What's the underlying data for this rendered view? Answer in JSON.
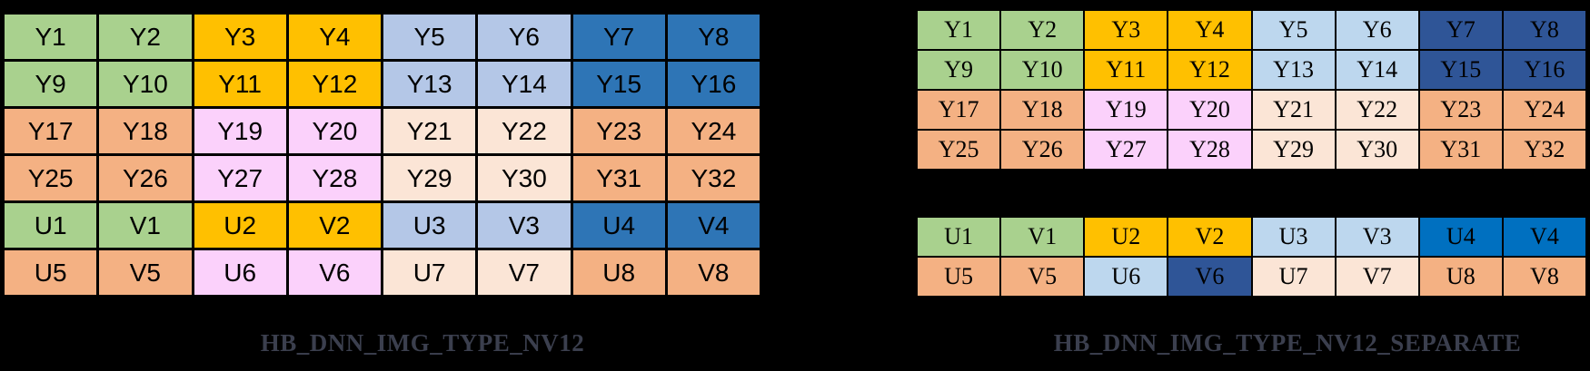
{
  "palette": {
    "green": "#A9D18E",
    "gold": "#FFC000",
    "blueLightA": "#B4C7E7",
    "blueMed": "#2E75B6",
    "peach": "#F4B183",
    "pink": "#FBD1FB",
    "cream": "#FBE5D6",
    "blueLightB": "#BDD7EE",
    "navy": "#2F5597",
    "blueBright": "#0070C0"
  },
  "caption_color": "#3B3F4E",
  "captions": {
    "nv12": "HB_DNN_IMG_TYPE_NV12",
    "nv12_separate": "HB_DNN_IMG_TYPE_NV12_SEPARATE"
  },
  "tables": {
    "nv12": {
      "font": "sans",
      "rows": [
        [
          {
            "label": "Y1",
            "color": "green"
          },
          {
            "label": "Y2",
            "color": "green"
          },
          {
            "label": "Y3",
            "color": "gold"
          },
          {
            "label": "Y4",
            "color": "gold"
          },
          {
            "label": "Y5",
            "color": "blueLightA"
          },
          {
            "label": "Y6",
            "color": "blueLightA"
          },
          {
            "label": "Y7",
            "color": "blueMed"
          },
          {
            "label": "Y8",
            "color": "blueMed"
          }
        ],
        [
          {
            "label": "Y9",
            "color": "green"
          },
          {
            "label": "Y10",
            "color": "green"
          },
          {
            "label": "Y11",
            "color": "gold"
          },
          {
            "label": "Y12",
            "color": "gold"
          },
          {
            "label": "Y13",
            "color": "blueLightA"
          },
          {
            "label": "Y14",
            "color": "blueLightA"
          },
          {
            "label": "Y15",
            "color": "blueMed"
          },
          {
            "label": "Y16",
            "color": "blueMed"
          }
        ],
        [
          {
            "label": "Y17",
            "color": "peach"
          },
          {
            "label": "Y18",
            "color": "peach"
          },
          {
            "label": "Y19",
            "color": "pink"
          },
          {
            "label": "Y20",
            "color": "pink"
          },
          {
            "label": "Y21",
            "color": "cream"
          },
          {
            "label": "Y22",
            "color": "cream"
          },
          {
            "label": "Y23",
            "color": "peach"
          },
          {
            "label": "Y24",
            "color": "peach"
          }
        ],
        [
          {
            "label": "Y25",
            "color": "peach"
          },
          {
            "label": "Y26",
            "color": "peach"
          },
          {
            "label": "Y27",
            "color": "pink"
          },
          {
            "label": "Y28",
            "color": "pink"
          },
          {
            "label": "Y29",
            "color": "cream"
          },
          {
            "label": "Y30",
            "color": "cream"
          },
          {
            "label": "Y31",
            "color": "peach"
          },
          {
            "label": "Y32",
            "color": "peach"
          }
        ],
        [
          {
            "label": "U1",
            "color": "green"
          },
          {
            "label": "V1",
            "color": "green"
          },
          {
            "label": "U2",
            "color": "gold"
          },
          {
            "label": "V2",
            "color": "gold"
          },
          {
            "label": "U3",
            "color": "blueLightA"
          },
          {
            "label": "V3",
            "color": "blueLightA"
          },
          {
            "label": "U4",
            "color": "blueMed"
          },
          {
            "label": "V4",
            "color": "blueMed"
          }
        ],
        [
          {
            "label": "U5",
            "color": "peach"
          },
          {
            "label": "V5",
            "color": "peach"
          },
          {
            "label": "U6",
            "color": "pink"
          },
          {
            "label": "V6",
            "color": "pink"
          },
          {
            "label": "U7",
            "color": "cream"
          },
          {
            "label": "V7",
            "color": "cream"
          },
          {
            "label": "U8",
            "color": "peach"
          },
          {
            "label": "V8",
            "color": "peach"
          }
        ]
      ]
    },
    "nv12_separate_y": {
      "font": "serif",
      "rows": [
        [
          {
            "label": "Y1",
            "color": "green"
          },
          {
            "label": "Y2",
            "color": "green"
          },
          {
            "label": "Y3",
            "color": "gold"
          },
          {
            "label": "Y4",
            "color": "gold"
          },
          {
            "label": "Y5",
            "color": "blueLightB"
          },
          {
            "label": "Y6",
            "color": "blueLightB"
          },
          {
            "label": "Y7",
            "color": "navy"
          },
          {
            "label": "Y8",
            "color": "navy"
          }
        ],
        [
          {
            "label": "Y9",
            "color": "green"
          },
          {
            "label": "Y10",
            "color": "green"
          },
          {
            "label": "Y11",
            "color": "gold"
          },
          {
            "label": "Y12",
            "color": "gold"
          },
          {
            "label": "Y13",
            "color": "blueLightB"
          },
          {
            "label": "Y14",
            "color": "blueLightB"
          },
          {
            "label": "Y15",
            "color": "navy"
          },
          {
            "label": "Y16",
            "color": "navy"
          }
        ],
        [
          {
            "label": "Y17",
            "color": "peach"
          },
          {
            "label": "Y18",
            "color": "peach"
          },
          {
            "label": "Y19",
            "color": "pink"
          },
          {
            "label": "Y20",
            "color": "pink"
          },
          {
            "label": "Y21",
            "color": "cream"
          },
          {
            "label": "Y22",
            "color": "cream"
          },
          {
            "label": "Y23",
            "color": "peach"
          },
          {
            "label": "Y24",
            "color": "peach"
          }
        ],
        [
          {
            "label": "Y25",
            "color": "peach"
          },
          {
            "label": "Y26",
            "color": "peach"
          },
          {
            "label": "Y27",
            "color": "pink"
          },
          {
            "label": "Y28",
            "color": "pink"
          },
          {
            "label": "Y29",
            "color": "cream"
          },
          {
            "label": "Y30",
            "color": "cream"
          },
          {
            "label": "Y31",
            "color": "peach"
          },
          {
            "label": "Y32",
            "color": "peach"
          }
        ]
      ]
    },
    "nv12_separate_uv": {
      "font": "serif",
      "rows": [
        [
          {
            "label": "U1",
            "color": "green"
          },
          {
            "label": "V1",
            "color": "green"
          },
          {
            "label": "U2",
            "color": "gold"
          },
          {
            "label": "V2",
            "color": "gold"
          },
          {
            "label": "U3",
            "color": "blueLightB"
          },
          {
            "label": "V3",
            "color": "blueLightB"
          },
          {
            "label": "U4",
            "color": "blueBright"
          },
          {
            "label": "V4",
            "color": "blueBright"
          }
        ],
        [
          {
            "label": "U5",
            "color": "peach"
          },
          {
            "label": "V5",
            "color": "peach"
          },
          {
            "label": "U6",
            "color": "blueLightB"
          },
          {
            "label": "V6",
            "color": "navy"
          },
          {
            "label": "U7",
            "color": "cream"
          },
          {
            "label": "V7",
            "color": "cream"
          },
          {
            "label": "U8",
            "color": "peach"
          },
          {
            "label": "V8",
            "color": "peach"
          }
        ]
      ]
    }
  }
}
